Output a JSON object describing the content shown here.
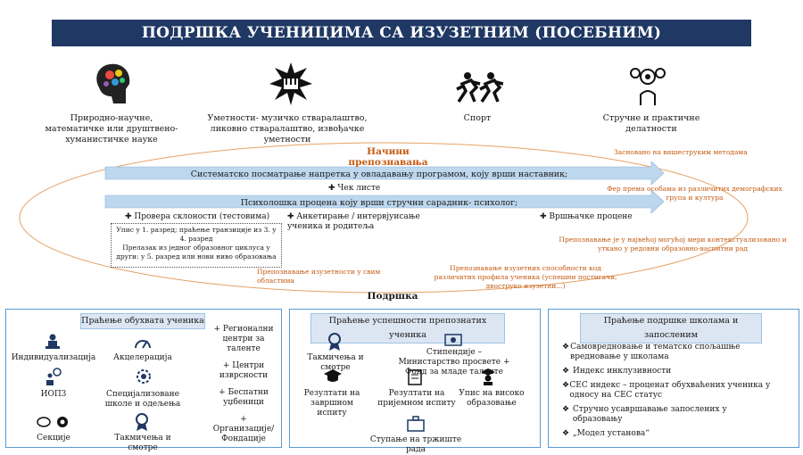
{
  "title": "ПОДРШКА УЧЕНИЦИМА СА ИЗУЗЕТНИМ (ПОСЕБНИМ) СПОСОБНОСТИМА",
  "categories": [
    {
      "label": "Природно-научне, математичке или друштвено-хуманистичке науке",
      "icon": "brain-icon"
    },
    {
      "label": "Уметности- музичко стваралаштво, ликовно стваралаштво, извођачке уметности",
      "icon": "piano-splash-icon"
    },
    {
      "label": "Спорт",
      "icon": "runners-icon"
    },
    {
      "label": "Стручне и практичне делатности",
      "icon": "gears-person-icon"
    }
  ],
  "identification": {
    "heading": "Начини препознавања",
    "arrow1": "Систематско посматрање напретка у овладавању програмом, коју врши наставник;",
    "check_lists": "Чек листе",
    "arrow2": "Психолошка процена коју врши стручни сарадник- психолог;",
    "aptitude_test": "Провера склоности (тестовима)",
    "questionnaire": "Анкетирање / интервјуисање ученика и родитеља",
    "peer_eval": "Вршњачке процене",
    "transition_note_1": "Упис у 1. разред; праћење транзиције из 3. у 4. разред",
    "transition_note_2": "Прелазак из једног образовног циклуса у други: у 5. разред или нови ниво образовања",
    "side_note_1": "Засновано на вишеструким методама",
    "side_note_2": "Фер према особама из различитих демографских група и култура",
    "side_note_3": "Препознавање је у највећој могућој мери контекстуализовано и уткано у редовни образовно-васпитни рад",
    "bottom_note_1": "Препознавање изузетности у свим областима",
    "bottom_note_2": "Препознавање изузетних способности код различитих профила ученика (успешни постигачи, двоструко изузетни...)"
  },
  "support": {
    "heading": "Подршка",
    "panel1": {
      "title": "Праћење обухвата ученика",
      "items": [
        {
          "label": "Индивидуализација",
          "icon": "student-desk-icon"
        },
        {
          "label": "Акцелерација",
          "icon": "speedometer-icon"
        },
        {
          "label": "ИОП3",
          "icon": "person-lightbulb-icon"
        },
        {
          "label": "Специјализоване школе и одељења",
          "icon": "school-gear-icon"
        },
        {
          "label": "Секције",
          "icon": "sports-ball-icon"
        },
        {
          "label": "Такмичења и смотре",
          "icon": "medal-icon"
        }
      ],
      "side_items": [
        "+ Регионални центри за таленте",
        "+ Центри изврсности",
        "+ Беспатни уџбеници",
        "+ Организације/ Фондације"
      ]
    },
    "panel2": {
      "title": "Праћење успешности препознатих ученика",
      "items": [
        {
          "label": "Такмичења и смотре",
          "icon": "medal-icon"
        },
        {
          "label": "Стипендије – Министарство просвете + Фонд за младе таленте",
          "icon": "money-icon"
        },
        {
          "label": "Резултати на завршном испиту",
          "icon": "graduation-cap-icon"
        },
        {
          "label": "Резултати на пријемном испиту",
          "icon": "exam-icon"
        },
        {
          "label": "Упис на високо образовање",
          "icon": "graduate-icon"
        },
        {
          "label": "Ступање на тржиште рада",
          "icon": "briefcase-icon"
        }
      ]
    },
    "panel3": {
      "title": "Праћење подршке школама и запосленим",
      "items": [
        "Самовредновање и тематско спољашње вредновање у школама",
        "Индекс инклузивности",
        "СЕС индекс – проценат обухваћених ученика у односу на СЕС статус",
        "Стручно усавршавање запослених у образовању",
        "„Модел установа“"
      ]
    }
  },
  "colors": {
    "navy": "#1f3864",
    "orange": "#c55a11",
    "arrow": "#9dc3e6",
    "panel_border": "#5b9bd5"
  }
}
